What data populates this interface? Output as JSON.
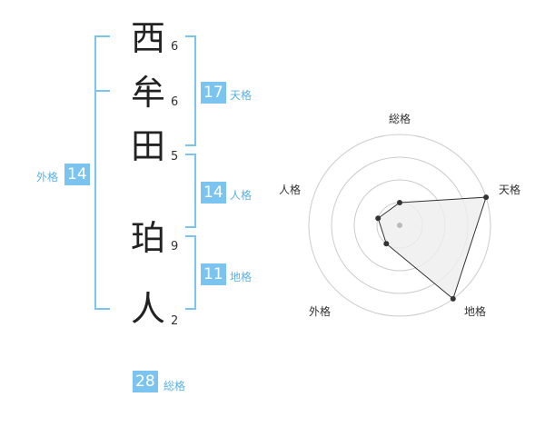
{
  "name": {
    "chars": [
      {
        "char": "西",
        "strokes": "6"
      },
      {
        "char": "牟",
        "strokes": "6"
      },
      {
        "char": "田",
        "strokes": "5"
      },
      {
        "char": "珀",
        "strokes": "9"
      },
      {
        "char": "人",
        "strokes": "2"
      }
    ]
  },
  "fortunes": {
    "tenkaku": {
      "value": "17",
      "label": "天格"
    },
    "jinkaku": {
      "value": "14",
      "label": "人格"
    },
    "chikaku": {
      "value": "11",
      "label": "地格"
    },
    "gaikaku": {
      "value": "14",
      "label": "外格"
    },
    "soukaku": {
      "value": "28",
      "label": "総格"
    }
  },
  "radar": {
    "axes": [
      "総格",
      "天格",
      "地格",
      "外格",
      "人格"
    ],
    "levels": 4,
    "values": [
      1,
      4,
      4,
      1,
      1
    ],
    "max": 4,
    "colors": {
      "ring": "#cccccc",
      "fill": "#eeeeee",
      "line": "#333333",
      "dot": "#333333",
      "center": "#bbbbbb"
    }
  },
  "colors": {
    "accent": "#7cc4f0",
    "bracket": "#7cc4f0"
  }
}
